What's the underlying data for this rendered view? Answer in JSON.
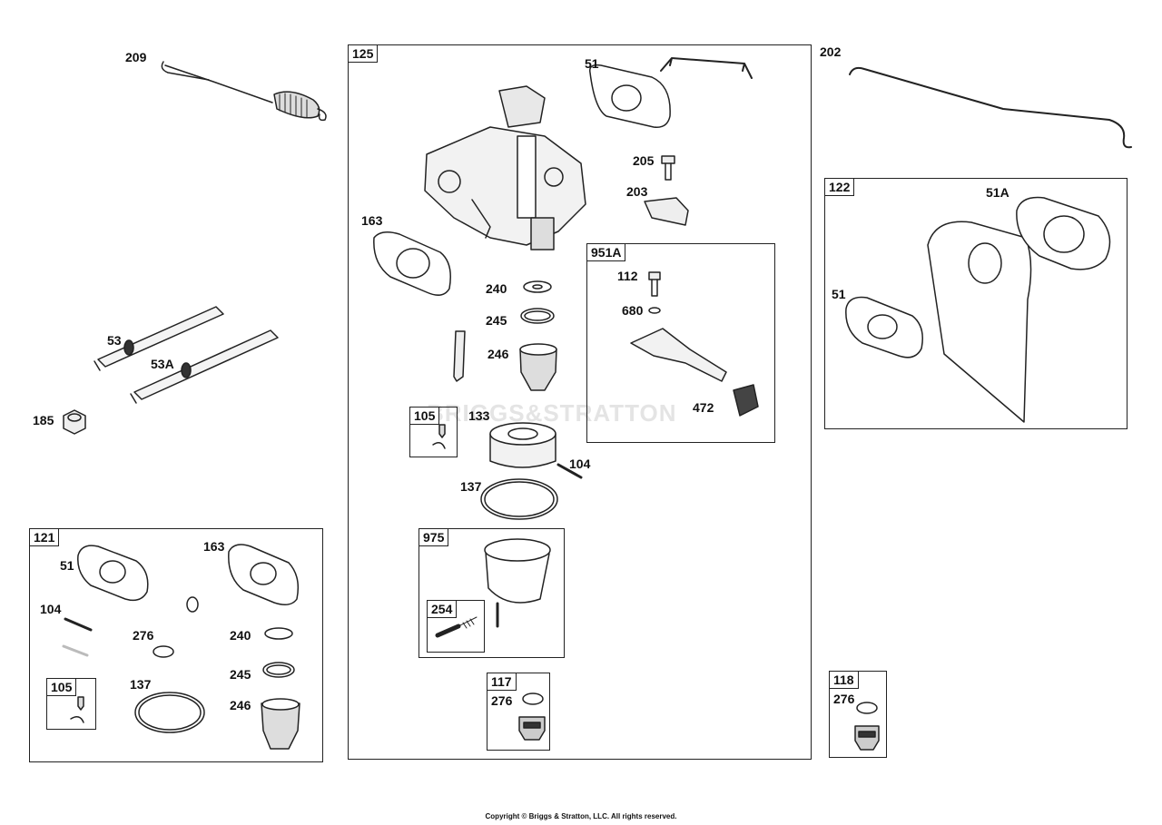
{
  "boxes": {
    "b125": "125",
    "b951A": "951A",
    "b122": "122",
    "b121": "121",
    "b105a": "105",
    "b105b": "105",
    "b975": "975",
    "b254": "254",
    "b117": "117",
    "b118": "118"
  },
  "labels": {
    "p209": "209",
    "p53": "53",
    "p53A": "53A",
    "p185": "185",
    "p51_top": "51",
    "p205": "205",
    "p203": "203",
    "p163": "163",
    "p240": "240",
    "p245": "245",
    "p246": "246",
    "p133": "133",
    "p104": "104",
    "p137": "137",
    "p112": "112",
    "p680": "680",
    "p472": "472",
    "p202": "202",
    "p51A": "51A",
    "p51_right": "51",
    "k51": "51",
    "k163": "163",
    "k104": "104",
    "k276": "276",
    "k240": "240",
    "k245": "245",
    "k137": "137",
    "k246": "246",
    "p276_117": "276",
    "p276_118": "276"
  },
  "watermark": "BRIGGS&STRATTON",
  "copyright": "Copyright © Briggs & Stratton, LLC. All rights reserved."
}
